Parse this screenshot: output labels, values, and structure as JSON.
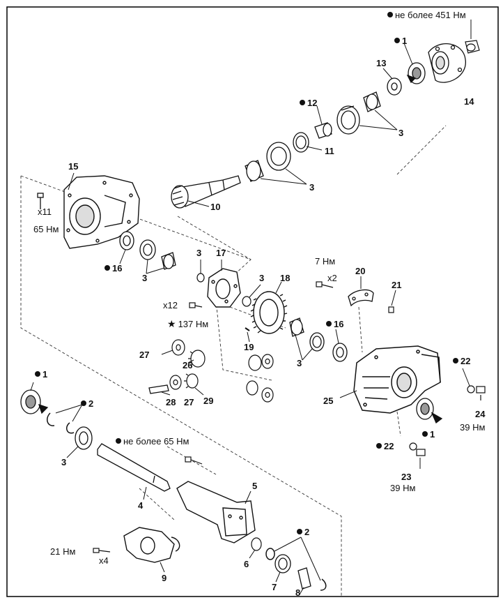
{
  "labels": {
    "l1": "1",
    "l2": "2",
    "l3": "3",
    "l4": "4",
    "l5": "5",
    "l6": "6",
    "l7": "7",
    "l8": "8",
    "l9": "9",
    "l10": "10",
    "l11": "11",
    "l12": "12",
    "l13": "13",
    "l14": "14",
    "l15": "15",
    "l16": "16",
    "l17": "17",
    "l18": "18",
    "l19": "19",
    "l20": "20",
    "l21": "21",
    "l22": "22",
    "l23": "23",
    "l24": "24",
    "l25": "25",
    "l26": "26",
    "l27": "27",
    "l28": "28",
    "l29": "29"
  },
  "notes": {
    "torque_451": "не более 451 Нм",
    "torque_65max": "не более 65 Нм",
    "x11": "x11",
    "nm65": "65 Нм",
    "x12": "x12",
    "nm137": "137 Нм",
    "nm7": "7 Нм",
    "x2": "x2",
    "nm39": "39 Нм",
    "nm21": "21 Нм",
    "x4": "x4"
  },
  "symbols": {
    "star": "★"
  }
}
